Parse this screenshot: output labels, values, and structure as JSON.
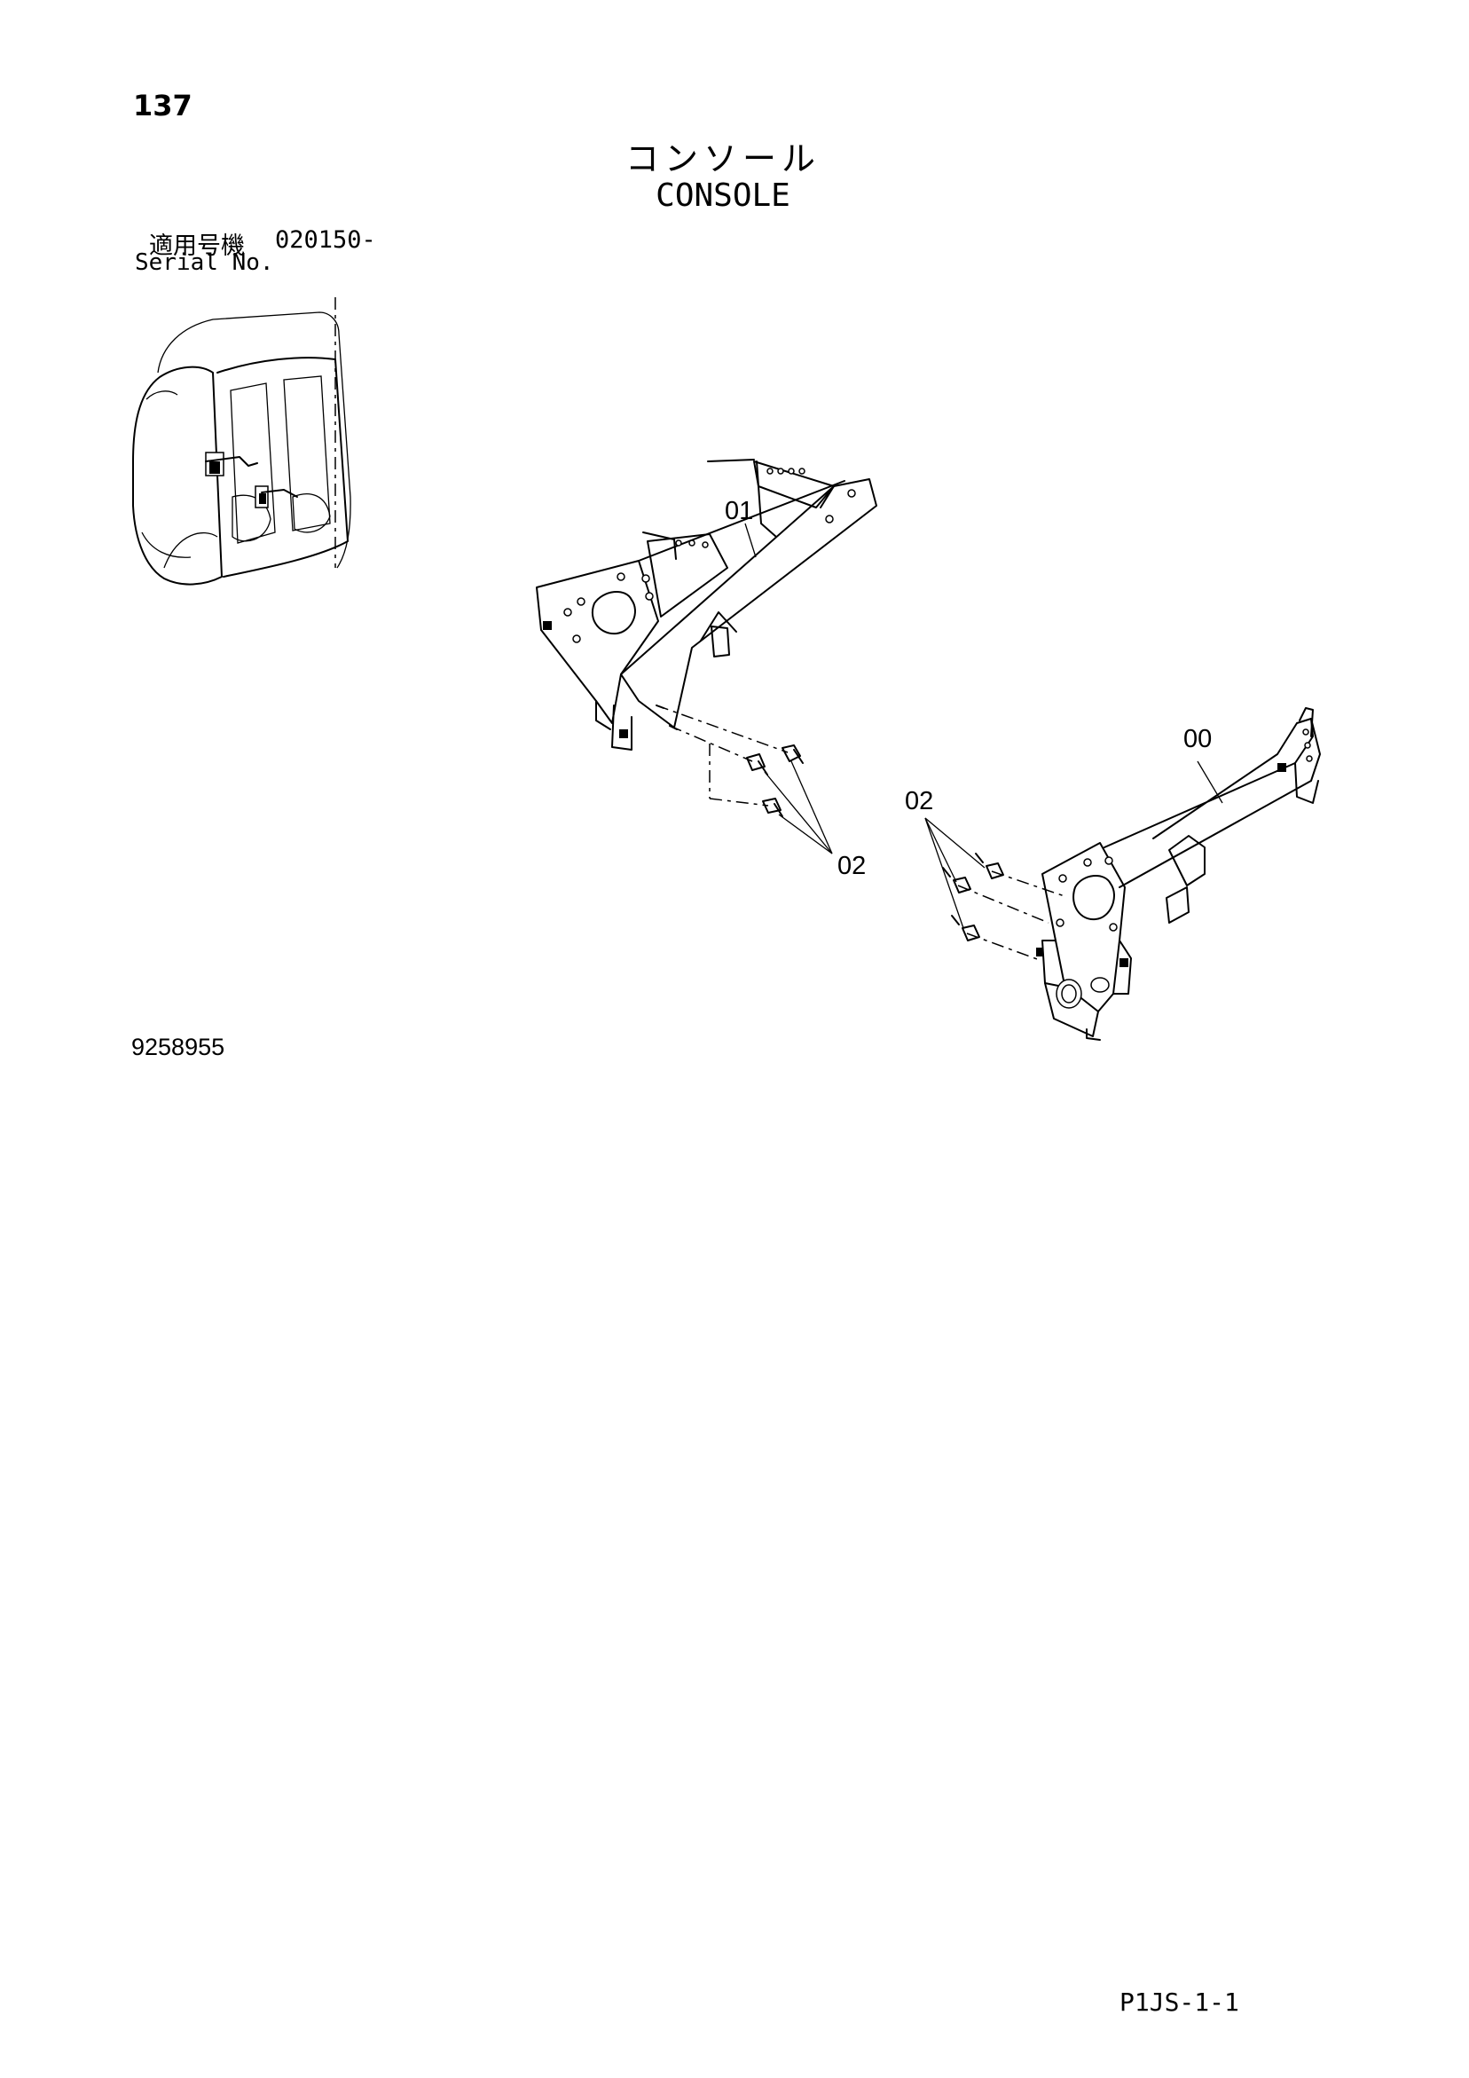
{
  "header": {
    "page_number": "137",
    "title_jp": "コンソール",
    "title_en": "CONSOLE"
  },
  "serial": {
    "label_jp": "適用号機",
    "range": "020150-",
    "label_en": "Serial No."
  },
  "callouts": {
    "part_00": "00",
    "part_01": "01",
    "part_02_upper": "02",
    "part_02_lower": "02"
  },
  "footer": {
    "drawing_number": "9258955",
    "page_code": "P1JS-1-1"
  }
}
